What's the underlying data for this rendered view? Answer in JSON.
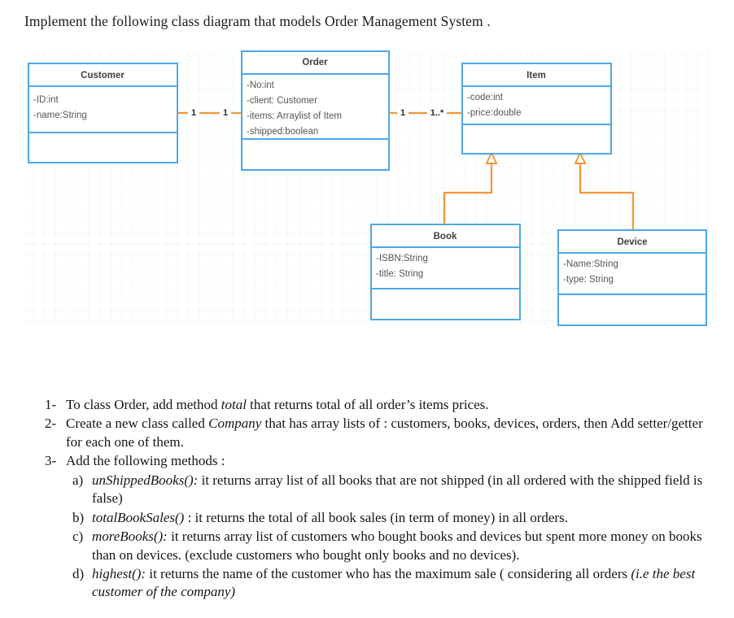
{
  "page": {
    "heading": "Implement the following class diagram that models Order Management System ."
  },
  "diagram": {
    "colors": {
      "class_border": "#4ea8e6",
      "connector": "#f29539",
      "grid": "#eef0f3",
      "title_text": "#3f3f3f",
      "attr_text": "#555555"
    },
    "classes": [
      {
        "name": "Customer",
        "attributes": [
          "-ID:int",
          "-name:String"
        ],
        "methods": []
      },
      {
        "name": "Order",
        "attributes": [
          "-No:int",
          "-client: Customer",
          "-items: Arraylist of Item",
          "-shipped:boolean"
        ],
        "methods": []
      },
      {
        "name": "Item",
        "attributes": [
          "-code:int",
          "-price:double"
        ],
        "methods": []
      },
      {
        "name": "Book",
        "attributes": [
          "-ISBN:String",
          "-title: String"
        ],
        "methods": []
      },
      {
        "name": "Device",
        "attributes": [
          "-Name:String",
          "-type: String"
        ],
        "methods": []
      }
    ],
    "associations": [
      {
        "from": "Customer",
        "to": "Order",
        "from_multiplicity": "1",
        "to_multiplicity": "1"
      },
      {
        "from": "Order",
        "to": "Item",
        "from_multiplicity": "1",
        "to_multiplicity": "1..*"
      }
    ],
    "generalizations": [
      {
        "child": "Book",
        "parent": "Item"
      },
      {
        "child": "Device",
        "parent": "Item"
      }
    ]
  },
  "instructions": [
    {
      "marker": "1-",
      "parts": [
        {
          "text": "To class Order, add method ",
          "italic": false
        },
        {
          "text": "total",
          "italic": true
        },
        {
          "text": " that returns total of all order’s items prices.",
          "italic": false
        }
      ],
      "sub": []
    },
    {
      "marker": "2-",
      "parts": [
        {
          "text": "Create a new class called ",
          "italic": false
        },
        {
          "text": "Company",
          "italic": true
        },
        {
          "text": " that has array lists of : customers, books, devices, orders, then Add setter/getter for each one of them.",
          "italic": false
        }
      ],
      "sub": []
    },
    {
      "marker": "3-",
      "parts": [
        {
          "text": "Add the following methods :",
          "italic": false
        }
      ],
      "sub": [
        {
          "marker": "a)",
          "parts": [
            {
              "text": "unShippedBooks():",
              "italic": true
            },
            {
              "text": " it returns array list of all books that are not shipped (in all ordered with the shipped field is false)",
              "italic": false
            }
          ]
        },
        {
          "marker": "b)",
          "parts": [
            {
              "text": "totalBookSales()",
              "italic": true
            },
            {
              "text": " : it returns the total of  all book sales (in term of money) in all orders.",
              "italic": false
            }
          ]
        },
        {
          "marker": "c)",
          "parts": [
            {
              "text": "moreBooks():",
              "italic": true
            },
            {
              "text": " it returns array list of customers who bought books and devices but spent more money on books than on devices. (exclude customers who bought only books and no devices).",
              "italic": false
            }
          ]
        },
        {
          "marker": "d)",
          "parts": [
            {
              "text": "highest():",
              "italic": true
            },
            {
              "text": " it returns the name of the customer who has the maximum sale ( considering all orders ",
              "italic": false
            },
            {
              "text": "(i.e the best customer of the company)",
              "italic": true
            }
          ]
        }
      ]
    }
  ]
}
